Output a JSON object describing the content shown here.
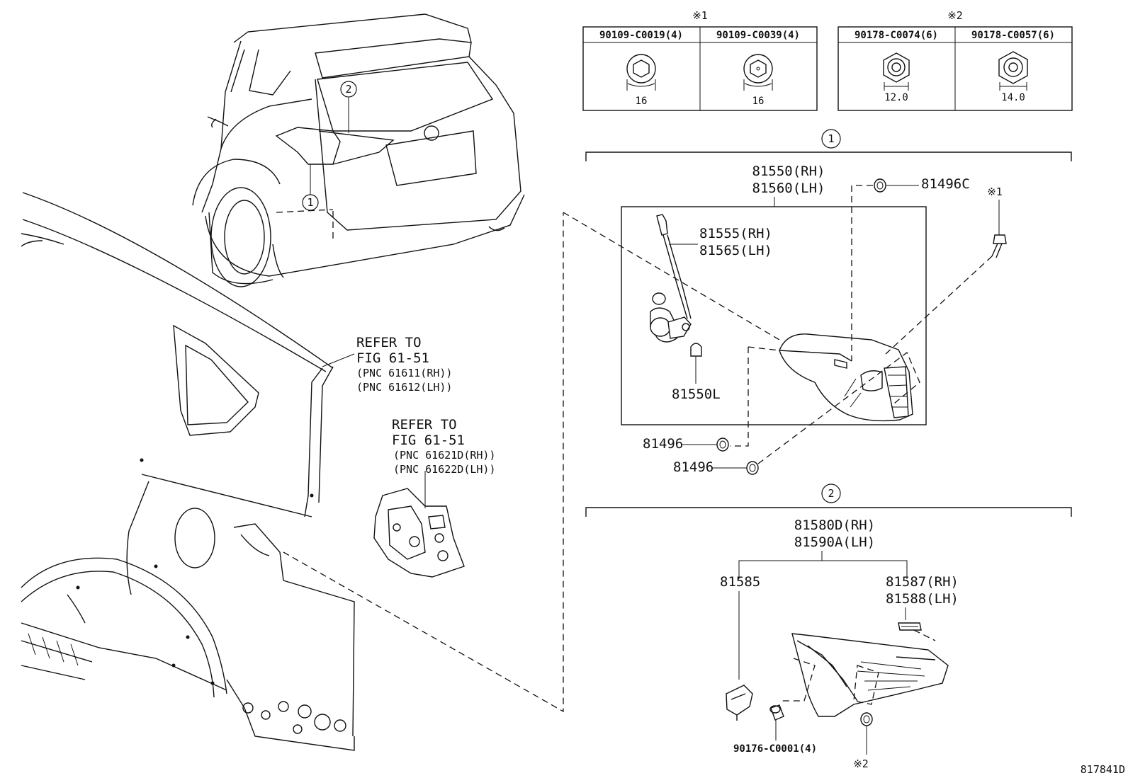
{
  "callouts": {
    "one": "1",
    "two": "2"
  },
  "marks": {
    "note1": "※1",
    "note2": "※2"
  },
  "fastener_table": {
    "group1": [
      {
        "part": "90109-C0019(4)",
        "size": "16"
      },
      {
        "part": "90109-C0039(4)",
        "size": "16"
      }
    ],
    "group2": [
      {
        "part": "90178-C0074(6)",
        "size": "12.0"
      },
      {
        "part": "90178-C0057(6)",
        "size": "14.0"
      }
    ]
  },
  "refer1": {
    "line1": "REFER TO",
    "line2": "FIG 61-51",
    "line3": "(PNC 61611(RH))",
    "line4": "(PNC 61612(LH))"
  },
  "refer2": {
    "line1": "REFER TO",
    "line2": "FIG 61-51",
    "line3": "(PNC 61621D(RH))",
    "line4": "(PNC 61622D(LH))"
  },
  "section1": {
    "assy_rh": "81550(RH)",
    "assy_lh": "81560(LH)",
    "socket_rh": "81555(RH)",
    "socket_lh": "81565(LH)",
    "bulb": "81550L",
    "nut_top": "81496C",
    "nut_a": "81496",
    "nut_b": "81496"
  },
  "section2": {
    "assy_rh": "81580D(RH)",
    "assy_lh": "81590A(LH)",
    "socket": "81585",
    "gasket_rh": "81587(RH)",
    "gasket_lh": "81588(LH)",
    "bulb": "90176-C0001(4)"
  },
  "figure_id": "817841D"
}
